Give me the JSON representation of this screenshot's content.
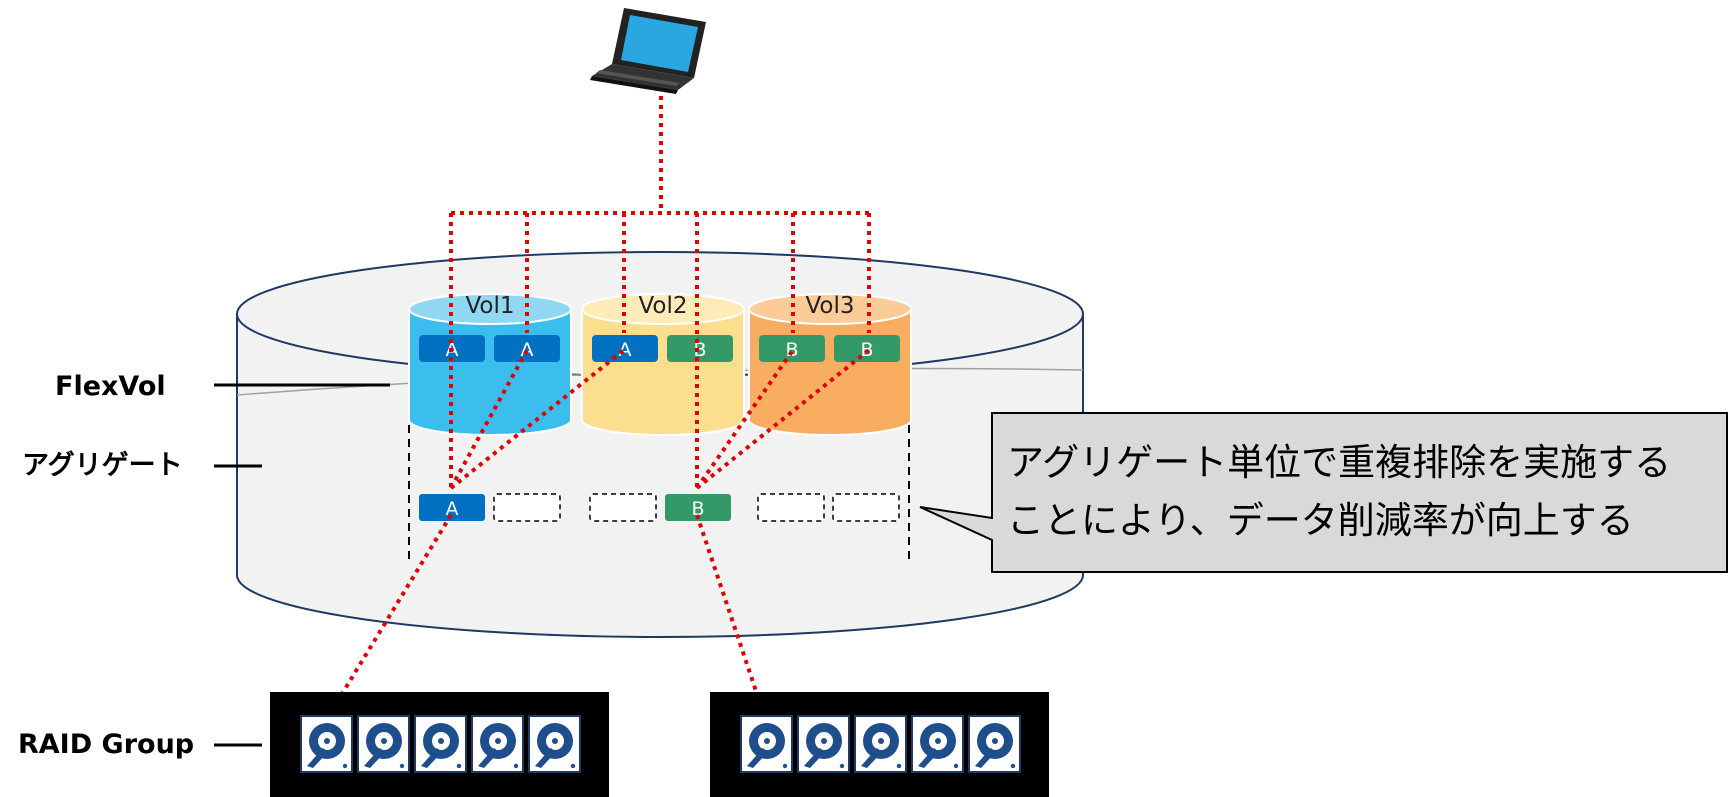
{
  "labels": {
    "flexvol": "FlexVol",
    "aggregate": "アグリゲート",
    "raid_group": "RAID Group"
  },
  "volumes": [
    {
      "name": "Vol1",
      "blocks": [
        "A",
        "A"
      ]
    },
    {
      "name": "Vol2",
      "blocks": [
        "A",
        "B"
      ]
    },
    {
      "name": "Vol3",
      "blocks": [
        "B",
        "B"
      ]
    }
  ],
  "aggregate_blocks": [
    "A",
    "",
    "",
    "B",
    "",
    ""
  ],
  "callout": {
    "line1": "アグリゲート単位で重複排除を実施する",
    "line2": "ことにより、データ削減率が向上する"
  },
  "raid_groups": [
    {
      "disk_count": 5
    },
    {
      "disk_count": 5
    }
  ],
  "colors": {
    "block_a": "#0070C0",
    "block_b": "#339966",
    "dotted_line": "#E00000",
    "vol1": "#3BBDEE",
    "vol2": "#FCDF8E",
    "vol3": "#F9AD60",
    "aggregate_fill": "#F2F2F2",
    "aggregate_stroke": "#1F3864",
    "callout_fill": "#D9D9D9"
  }
}
